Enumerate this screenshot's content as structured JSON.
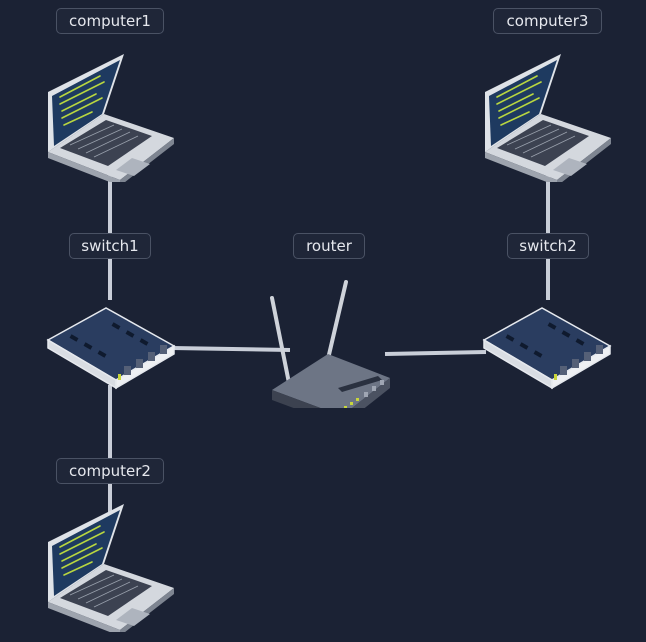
{
  "nodes": {
    "computer1": {
      "label": "computer1",
      "icon": "laptop-icon"
    },
    "computer2": {
      "label": "computer2",
      "icon": "laptop-icon"
    },
    "computer3": {
      "label": "computer3",
      "icon": "laptop-icon"
    },
    "switch1": {
      "label": "switch1",
      "icon": "switch-icon"
    },
    "switch2": {
      "label": "switch2",
      "icon": "switch-icon"
    },
    "router": {
      "label": "router",
      "icon": "router-icon"
    }
  },
  "links": [
    [
      "computer1",
      "switch1"
    ],
    [
      "computer2",
      "switch1"
    ],
    [
      "switch1",
      "router"
    ],
    [
      "router",
      "switch2"
    ],
    [
      "switch2",
      "computer3"
    ]
  ],
  "colors": {
    "background": "#1b2234",
    "wire": "#c9ced8",
    "label_border": "#4a5264",
    "label_text": "#e6e8ee",
    "screen_code": "#b8d640"
  }
}
